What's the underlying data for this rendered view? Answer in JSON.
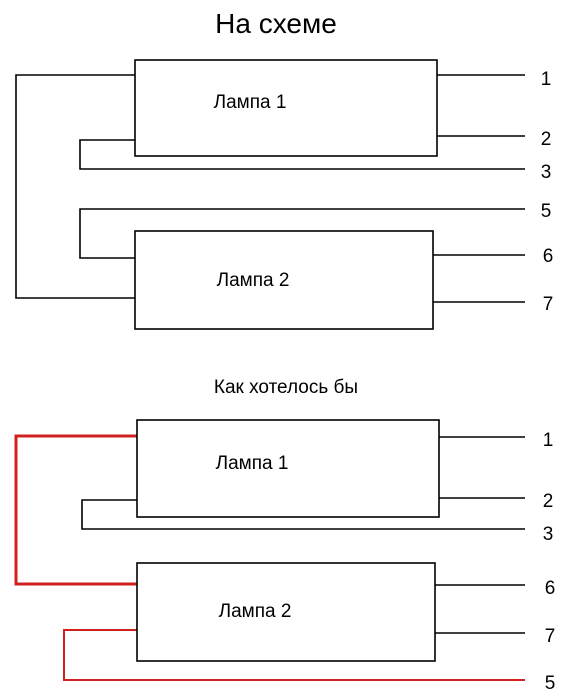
{
  "top": {
    "title": "На схеме",
    "lamp1": "Лампа 1",
    "lamp2": "Лампа 2",
    "terminals": [
      "1",
      "2",
      "3",
      "5",
      "6",
      "7"
    ]
  },
  "bottom": {
    "title": "Как хотелось бы",
    "lamp1": "Лампа 1",
    "lamp2": "Лампа 2",
    "terminals": [
      "1",
      "2",
      "3",
      "6",
      "7",
      "5"
    ]
  },
  "colors": {
    "wire": "#000000",
    "highlight_wire": "#d02020"
  }
}
